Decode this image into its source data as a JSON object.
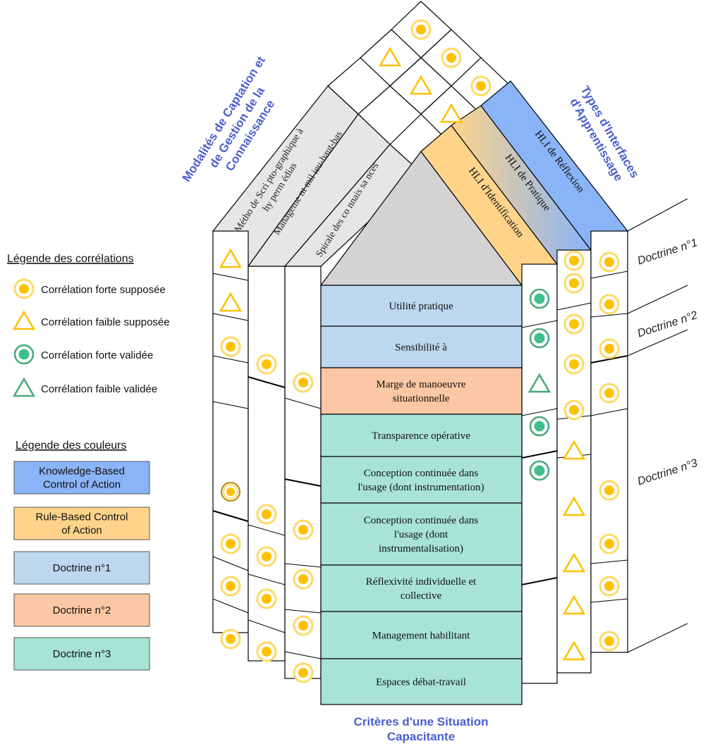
{
  "colors": {
    "knowledge": "#8ab4f8",
    "rule": "#ffd48a",
    "doctrine1": "#bdd7ee",
    "doctrine2": "#fbc7a4",
    "doctrine3": "#a8e4d6",
    "gray_panel": "#e6e6e6",
    "gray_triangle": "#d3d3d3",
    "strong_fill": "#ffc000",
    "strong_ring": "#ffd966",
    "validated_fill": "#3fbf8f",
    "validated_ring": "#4aa87a",
    "title_blue": "#4a5fd0"
  },
  "titles": {
    "modalites": [
      "Modalités de Captation et",
      "de Gestion de la",
      "Connaissance"
    ],
    "types": [
      "Types d'Interfaces",
      "d'Apprentissage"
    ],
    "criteres": [
      "Critères d'une Situation",
      "Capacitante"
    ]
  },
  "legend_correlations": {
    "title": "Légende des corrélations",
    "items": [
      {
        "symbol": "strong",
        "label": "Corrélation forte supposée"
      },
      {
        "symbol": "weak",
        "label": "Corrélation faible supposée"
      },
      {
        "symbol": "strong_valid",
        "label": "Corrélation forte validée"
      },
      {
        "symbol": "weak_valid",
        "label": "Corrélation faible validée"
      }
    ]
  },
  "legend_colors": {
    "title": "Légende des couleurs",
    "items": [
      {
        "label": [
          "Knowledge-Based",
          "Control of Action"
        ],
        "color": "knowledge"
      },
      {
        "label": [
          "Rule-Based Control",
          "of Action"
        ],
        "color": "rule"
      },
      {
        "label": [
          "Doctrine n°1"
        ],
        "color": "doctrine1"
      },
      {
        "label": [
          "Doctrine n°2"
        ],
        "color": "doctrine2"
      },
      {
        "label": [
          "Doctrine n°3"
        ],
        "color": "doctrine3"
      }
    ]
  },
  "left_panels": [
    [
      "Métho de Scri pto-graphique à",
      "hy perm édias"
    ],
    [
      "Manageme nt mil ieu-haut-bas"
    ],
    [
      "Spirale des co nnais sa nces"
    ]
  ],
  "right_panels": [
    {
      "label": "HLI d'Identification",
      "color": "rule"
    },
    {
      "label": "HLI de Pratique",
      "color": "mixed"
    },
    {
      "label": "HLI de Réflexion",
      "color": "knowledge"
    }
  ],
  "criteria": [
    {
      "label": [
        "Utilité pratique"
      ],
      "color": "doctrine1"
    },
    {
      "label": [
        "Sensibilité à"
      ],
      "color": "doctrine1"
    },
    {
      "label": [
        "Marge de manoeuvre",
        "situationnelle"
      ],
      "color": "doctrine2"
    },
    {
      "label": [
        "Transparence opérative"
      ],
      "color": "doctrine3"
    },
    {
      "label": [
        "Conception continuée dans",
        "l'usage (dont instrumentation)"
      ],
      "color": "doctrine3"
    },
    {
      "label": [
        "Conception continuée dans",
        "l'usage (dont",
        "instrumentalisation)"
      ],
      "color": "doctrine3"
    },
    {
      "label": [
        "Réflexivité individuelle et",
        "collective"
      ],
      "color": "doctrine3"
    },
    {
      "label": [
        "Management habilitant"
      ],
      "color": "doctrine3"
    },
    {
      "label": [
        "Espaces débat-travail"
      ],
      "color": "doctrine3"
    }
  ],
  "doctrines": [
    "Doctrine n°1",
    "Doctrine n°2",
    "Doctrine n°3"
  ],
  "roof_symbols": [
    "strong",
    "weak",
    "strong",
    "weak",
    "strong",
    "weak"
  ],
  "left_col1_symbols": [
    "weak",
    "weak",
    "strong",
    "",
    "",
    "strong_double",
    "strong",
    "strong",
    "strong"
  ],
  "left_col2_symbols": [
    "strong",
    "strong",
    "strong",
    "strong"
  ],
  "left_col3_symbols": [
    "strong",
    "strong",
    "strong",
    "strong",
    "strong"
  ],
  "right_col1_symbols": [
    "strong_valid",
    "strong_valid",
    "weak_valid",
    "strong_valid",
    "strong_valid"
  ],
  "right_col2_symbols": [
    "strong",
    "strong",
    "strong",
    "strong",
    "strong",
    "weak",
    "weak",
    "weak",
    "weak",
    "weak"
  ],
  "right_col3_symbols": [
    "strong",
    "strong",
    "strong",
    "strong",
    "strong",
    "strong",
    "strong",
    "strong"
  ]
}
